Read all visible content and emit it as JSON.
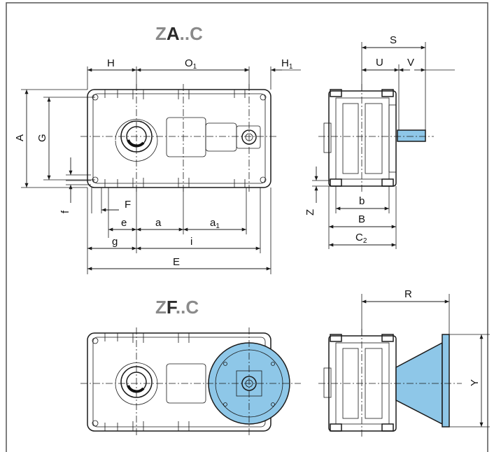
{
  "titles": {
    "za_prefix": "Z",
    "za_mid": "A",
    "za_suffix": "..C",
    "zf_prefix": "Z",
    "zf_mid": "F",
    "zf_suffix": "..C"
  },
  "dimensions": {
    "H": "H",
    "O": "O",
    "O_sub": "1",
    "H1": "H",
    "H1_sub": "1",
    "A": "A",
    "G": "G",
    "f": "f",
    "F": "F",
    "e": "e",
    "a": "a",
    "a1": "a",
    "a1_sub": "1",
    "g": "g",
    "i": "i",
    "E": "E",
    "S": "S",
    "U": "U",
    "V": "V",
    "Z": "Z",
    "b": "b",
    "B": "B",
    "C2": "C",
    "C2_sub": "2",
    "R": "R",
    "Y": "Y"
  },
  "colors": {
    "title_grey": "#8a8a8a",
    "title_dark": "#2b2b2b",
    "flange_blue": "#8ec7e8",
    "border": "#555555"
  }
}
